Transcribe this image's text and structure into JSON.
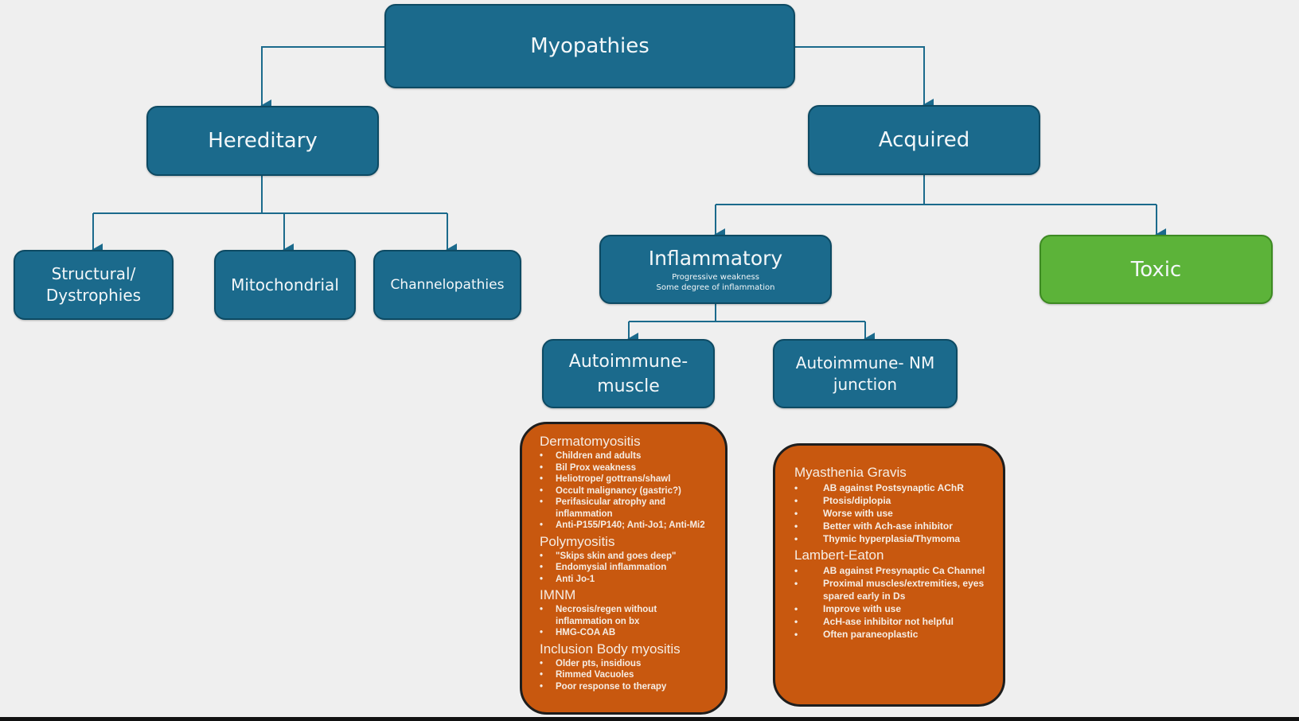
{
  "colors": {
    "node": "#1b6a8c",
    "toxic": "#5cb339",
    "detail": "#c8580f",
    "background": "#efefef"
  },
  "root": "Myopathies",
  "hereditary": {
    "label": "Hereditary",
    "children": [
      "Structural/\nDystrophies",
      "Mitochondrial",
      "Channelopathies"
    ]
  },
  "acquired": {
    "label": "Acquired",
    "toxic": "Toxic",
    "inflammatory": {
      "label": "Inflammatory",
      "sub1": "Progressive weakness",
      "sub2": "Some degree of inflammation",
      "muscle": "Autoimmune-\nmuscle",
      "nmj": "Autoimmune- NM\njunction"
    }
  },
  "muscle_details": [
    {
      "title": "Dermatomyositis",
      "items": [
        "Children and adults",
        "Bil Prox weakness",
        "Heliotrope/ gottrans/shawl",
        "Occult malignancy (gastric?)",
        "Perifasicular atrophy and inflammation",
        "Anti-P155/P140; Anti-Jo1; Anti-Mi2"
      ]
    },
    {
      "title": "Polymyositis",
      "items": [
        "\"Skips skin and goes deep\"",
        "Endomysial inflammation",
        "Anti Jo-1"
      ]
    },
    {
      "title": "IMNM",
      "items": [
        "Necrosis/regen without inflammation on bx",
        "HMG-COA AB"
      ]
    },
    {
      "title": "Inclusion Body myositis",
      "items": [
        "Older pts, insidious",
        "Rimmed Vacuoles",
        "Poor response to therapy"
      ]
    }
  ],
  "nmj_details": [
    {
      "title": "Myasthenia Gravis",
      "items": [
        "AB against Postsynaptic AChR",
        "Ptosis/diplopia",
        "Worse with use",
        "Better with Ach-ase inhibitor",
        "Thymic hyperplasia/Thymoma"
      ]
    },
    {
      "title": "Lambert-Eaton",
      "items": [
        "AB against Presynaptic Ca Channel",
        "Proximal muscles/extremities, eyes spared early in Ds",
        "Improve with use",
        "AcH-ase inhibitor not helpful",
        "Often paraneoplastic"
      ]
    }
  ]
}
